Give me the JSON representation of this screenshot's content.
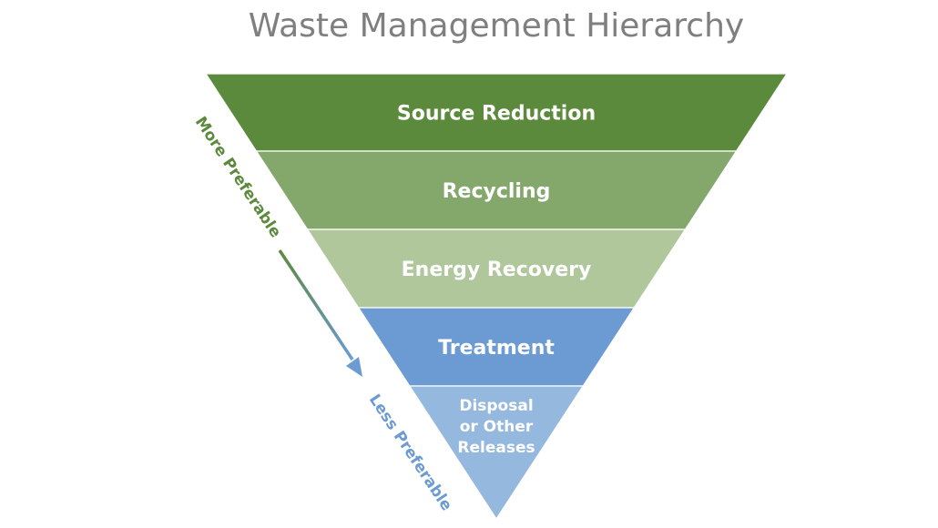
{
  "title": "Waste Management Hierarchy",
  "tiers": [
    {
      "lines": [
        "Source Reduction"
      ],
      "color": "#5c8a3c"
    },
    {
      "lines": [
        "Recycling"
      ],
      "color": "#84a86b"
    },
    {
      "lines": [
        "Energy Recovery"
      ],
      "color": "#b0c79c"
    },
    {
      "lines": [
        "Treatment"
      ],
      "color": "#6b9bd2"
    },
    {
      "lines": [
        "Disposal",
        "or Other",
        "Releases"
      ],
      "color": "#95b8de"
    }
  ],
  "arrow": {
    "top_label": "More Preferable",
    "bottom_label": "Less Preferable",
    "top_color": "#5c8a3c",
    "bottom_color": "#6b9bd2"
  }
}
